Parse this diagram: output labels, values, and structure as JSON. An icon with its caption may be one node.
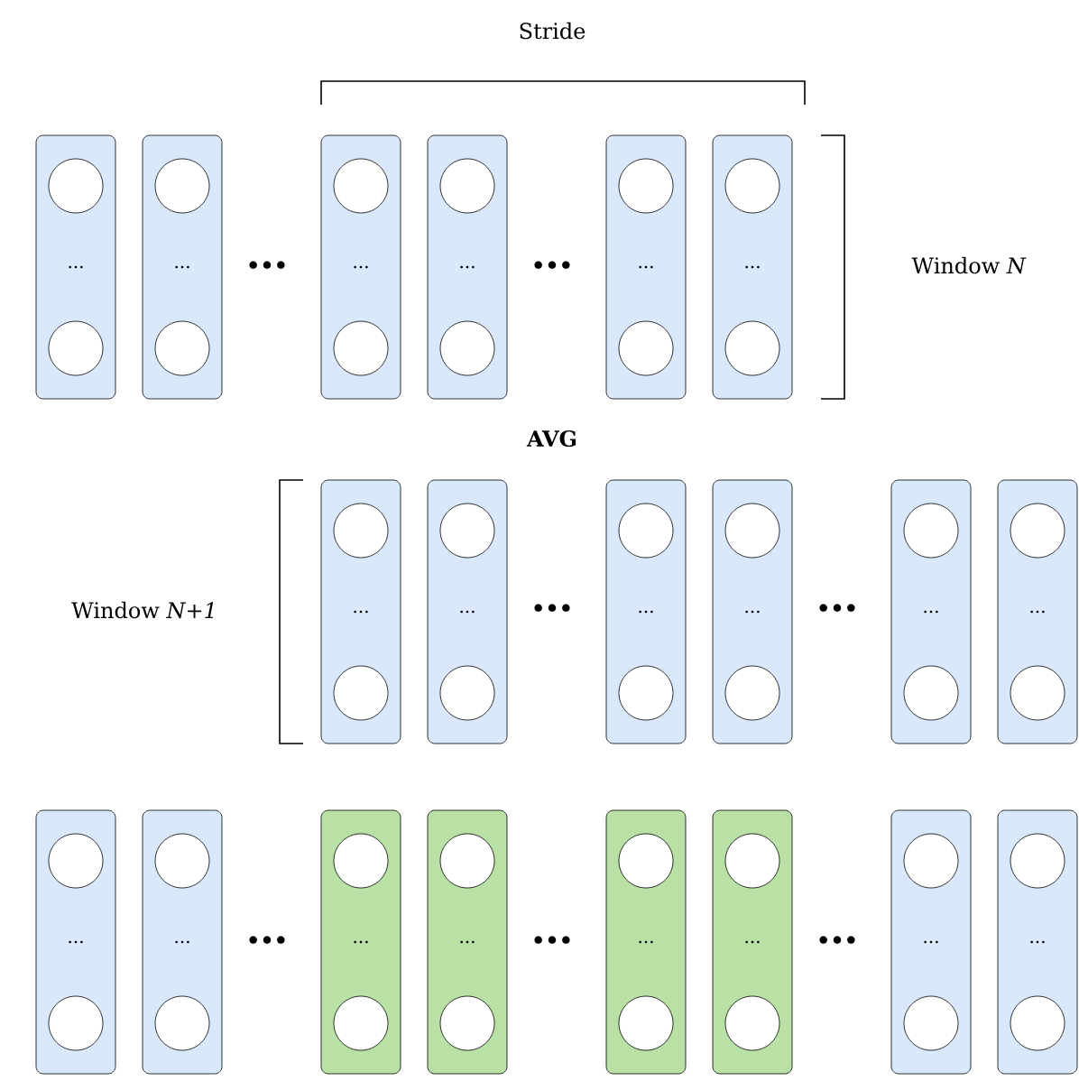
{
  "diagram": {
    "nodes": [
      {
        "text": [
          "..."
        ]
      },
      {
        "text": [
          "..."
        ]
      },
      {
        "text": [
          "..."
        ]
      },
      {
        "text": [
          "..."
        ]
      },
      {
        "text": [
          "..."
        ]
      },
      {
        "text": [
          "..."
        ]
      },
      {
        "text": [
          "..."
        ]
      },
      {
        "text": [
          "..."
        ]
      },
      {
        "text": [
          "..."
        ]
      },
      {
        "text": [
          "..."
        ]
      },
      {
        "text": [
          "..."
        ]
      },
      {
        "text": [
          "..."
        ]
      },
      {
        "text": [
          "..."
        ]
      },
      {
        "text": [
          "..."
        ]
      },
      {
        "text": [
          "..."
        ]
      },
      {
        "text": [
          "..."
        ]
      },
      {
        "text": [
          "..."
        ]
      },
      {
        "text": [
          "..."
        ]
      },
      {
        "text": [
          "..."
        ]
      },
      {
        "text": [
          "..."
        ]
      }
    ],
    "labels": [
      "Stride",
      "•••",
      "•••",
      "Window *N*",
      "AVG",
      "Window *N+1*",
      "•••",
      "•••",
      "•••",
      "•••",
      "•••"
    ]
  }
}
